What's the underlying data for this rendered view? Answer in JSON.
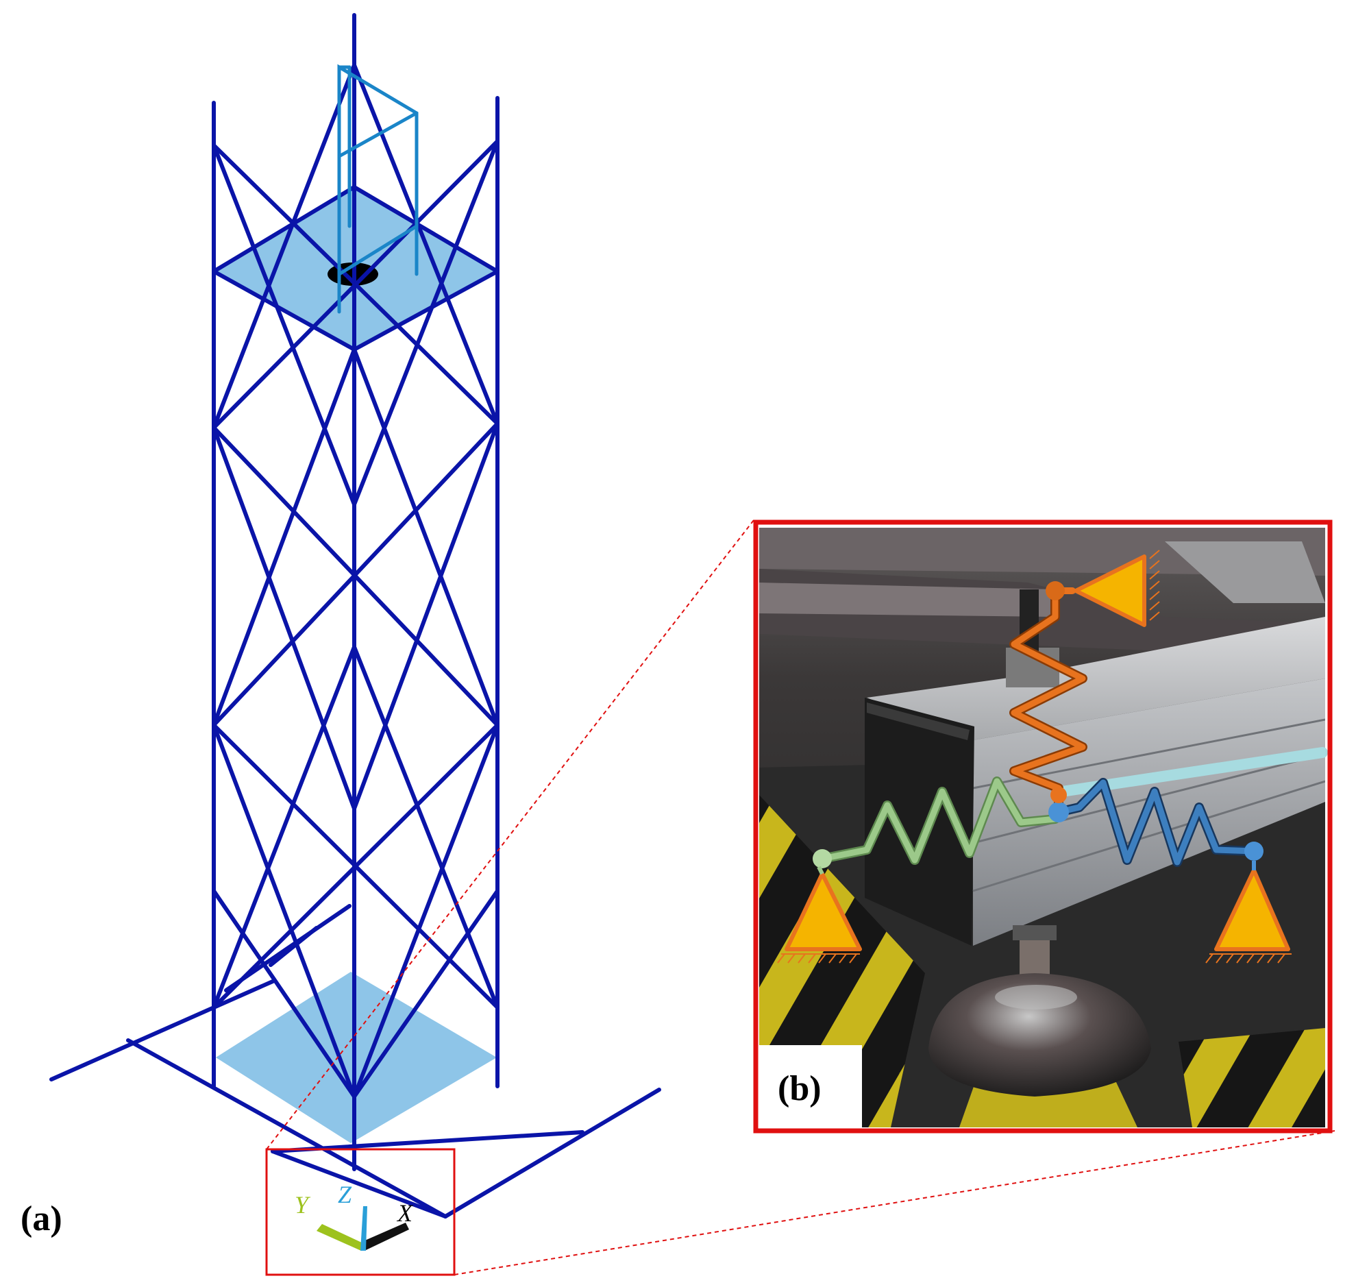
{
  "panel_a": {
    "label": "(a)",
    "axes": {
      "x_label": "X",
      "y_label": "Y",
      "z_label": "Z"
    }
  },
  "panel_b": {
    "label": "(b)"
  },
  "colors": {
    "frame_members": "#0a14a8",
    "top_frame": "#1a85c8",
    "platform": "#8ec5e8",
    "zoom_box": "#e01010",
    "spring_orange": "#e8731e",
    "spring_green": "#9cc98a",
    "spring_blue": "#3d7fbf",
    "support_fill": "#f5b400",
    "axis_x": "#000000",
    "axis_y": "#9dc21d",
    "axis_z": "#2a9fd8"
  }
}
